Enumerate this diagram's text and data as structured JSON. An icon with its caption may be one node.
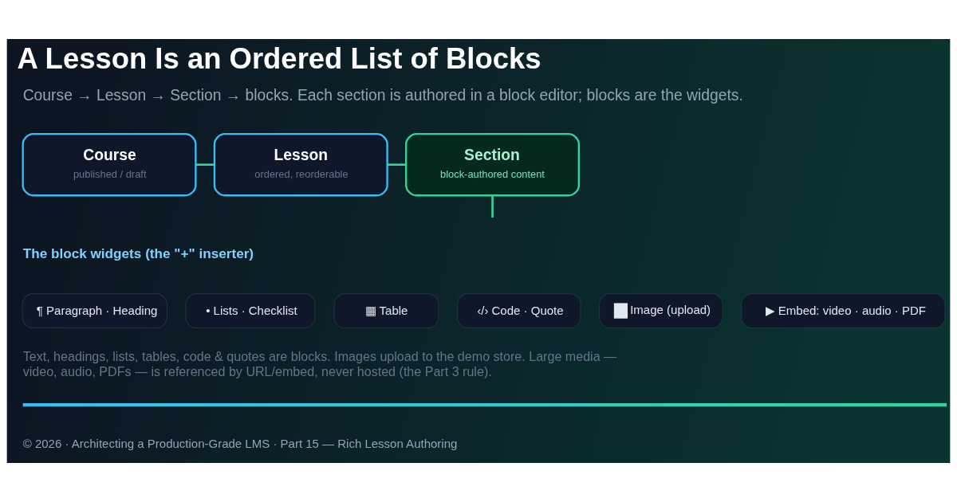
{
  "diagram": {
    "title": "A Lesson Is an Ordered List of Blocks",
    "nodes": [
      {
        "text": [
          "Course",
          "published / draft"
        ]
      },
      {
        "text": [
          "Lesson",
          "ordered, reorderable"
        ]
      },
      {
        "text": [
          "Section",
          "block-authored content"
        ]
      },
      {
        "text": [
          "¶ Paragraph · Heading"
        ]
      },
      {
        "text": [
          "• Lists · Checklist"
        ]
      },
      {
        "text": [
          "▦ Table"
        ]
      },
      {
        "text": [
          "‹/› Code · Quote"
        ]
      },
      {
        "text": [
          "Image (upload)"
        ]
      },
      {
        "text": [
          "▶ Embed: video · audio · PDF"
        ]
      }
    ],
    "edges": [
      {
        "from": 0,
        "to": 1,
        "arrow": "none"
      },
      {
        "from": 1,
        "to": 2,
        "arrow": "none"
      },
      {
        "from": 2,
        "to": null,
        "arrow": "none"
      }
    ],
    "labels": [
      "Course → Lesson → Section → blocks. Each section is authored in a block editor; blocks are the widgets.",
      "The block widgets (the \"+\" inserter)",
      "Text, headings, lists, tables, code & quotes are blocks. Images upload to the demo store. Large media — video, audio, PDFs — is referenced by URL/embed, never hosted (the Part 3 rule).",
      "© 2026 · Architecting a Production-Grade LMS · Part 15 — Rich Lesson Authoring"
    ]
  }
}
